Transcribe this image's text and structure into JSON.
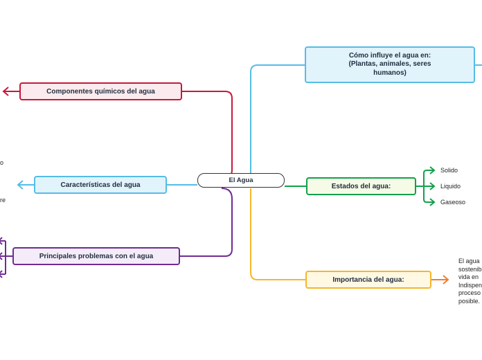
{
  "central": {
    "label": "El Agua"
  },
  "nodes": {
    "influence": {
      "label": "Cómo influye el agua en:\n(Plantas, animales, seres humanos)"
    },
    "chemical": {
      "label": "Componentes químicos del agua"
    },
    "characteristics": {
      "label": "Características del agua"
    },
    "problems": {
      "label": "Principales problemas con el agua"
    },
    "states": {
      "label": "Estados del agua:"
    },
    "importance": {
      "label": "Importancia del agua:"
    }
  },
  "states_items": [
    "Solido",
    "Liquido",
    "Gaseoso"
  ],
  "importance_text": [
    "El agua",
    "sostenib",
    "vida en",
    "Indispen",
    "proceso",
    "posible."
  ],
  "left_fragments": [
    "o",
    "re"
  ],
  "colors": {
    "red": "#c8173a",
    "blue": "#55bde6",
    "purple": "#6f2c91",
    "green": "#10a14b",
    "orange": "#f6b62a",
    "orange_arrow": "#ee7f2d"
  }
}
